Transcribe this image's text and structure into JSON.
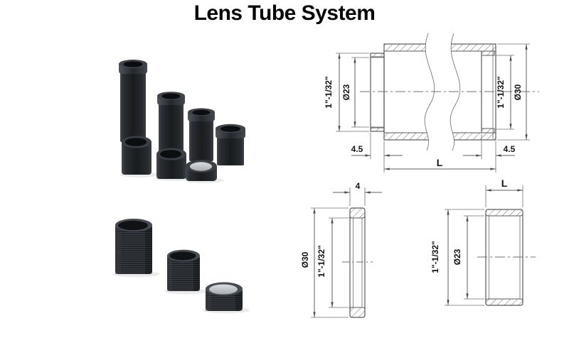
{
  "page": {
    "title": "Lens Tube System"
  },
  "drawings": {
    "main_tube": {
      "labels": {
        "male_od": "1\"-1/32\"",
        "bore": "Ø23",
        "female_id": "1\"-1/32\"",
        "outer_od": "Ø30",
        "male_thread_depth": "4.5",
        "female_thread_depth": "4.5",
        "length": "L"
      }
    },
    "retaining_ring": {
      "labels": {
        "width": "4",
        "outer_od": "Ø30",
        "inner_id": "1\"-1/32\""
      }
    },
    "extension_tube": {
      "labels": {
        "length": "L",
        "outer_od": "1\"-1/32\"",
        "bore": "Ø23"
      }
    }
  },
  "colors": {
    "background": "#ffffff",
    "drawing_line": "#5a5a5a",
    "dimension_text": "#131313",
    "product_black": "#1b1d20",
    "lens_glass": "#ccd1d5"
  }
}
